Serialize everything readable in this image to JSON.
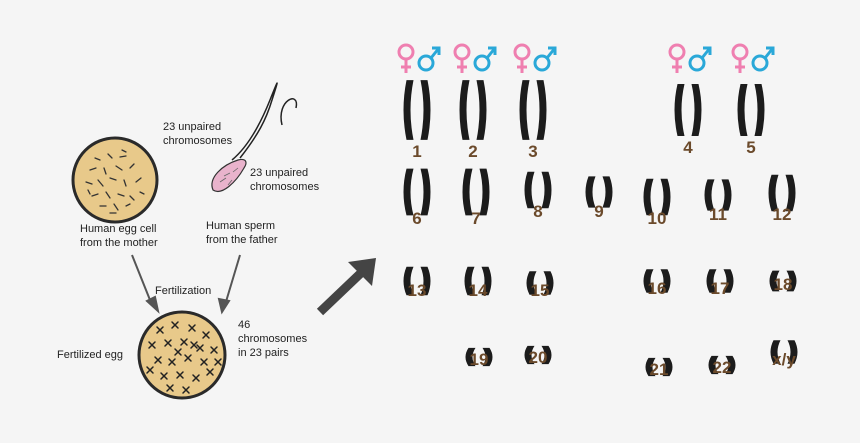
{
  "labels": {
    "egg_count": "23 unpaired\nchromosomes",
    "sperm_count": "23 unpaired\nchromosomes",
    "egg_caption": "Human egg cell\nfrom the mother",
    "sperm_caption": "Human sperm\nfrom the father",
    "fertilization": "Fertilization",
    "fertilized_egg": "Fertilized egg",
    "zygote_count": "46\nchromosomes\nin 23 pairs"
  },
  "colors": {
    "cell_fill": "#e8c98a",
    "cell_stroke": "#2a2a2a",
    "chromosome": "#1c1c1c",
    "number": "#6b4a2b",
    "female_symbol": "#ef7fb0",
    "male_symbol": "#2aa8d8",
    "sperm_fill": "#e9b3cc",
    "arrow": "#444444"
  },
  "sex_symbols": [
    "female-symbol",
    "male-symbol"
  ],
  "chromosome_pairs": [
    {
      "label": "1"
    },
    {
      "label": "2"
    },
    {
      "label": "3"
    },
    {
      "label": "4"
    },
    {
      "label": "5"
    },
    {
      "label": "6"
    },
    {
      "label": "7"
    },
    {
      "label": "8"
    },
    {
      "label": "9"
    },
    {
      "label": "10"
    },
    {
      "label": "11"
    },
    {
      "label": "12"
    },
    {
      "label": "13"
    },
    {
      "label": "14"
    },
    {
      "label": "15"
    },
    {
      "label": "16"
    },
    {
      "label": "17"
    },
    {
      "label": "18"
    },
    {
      "label": "19"
    },
    {
      "label": "20"
    },
    {
      "label": "21"
    },
    {
      "label": "22"
    },
    {
      "label": "x/y"
    }
  ]
}
